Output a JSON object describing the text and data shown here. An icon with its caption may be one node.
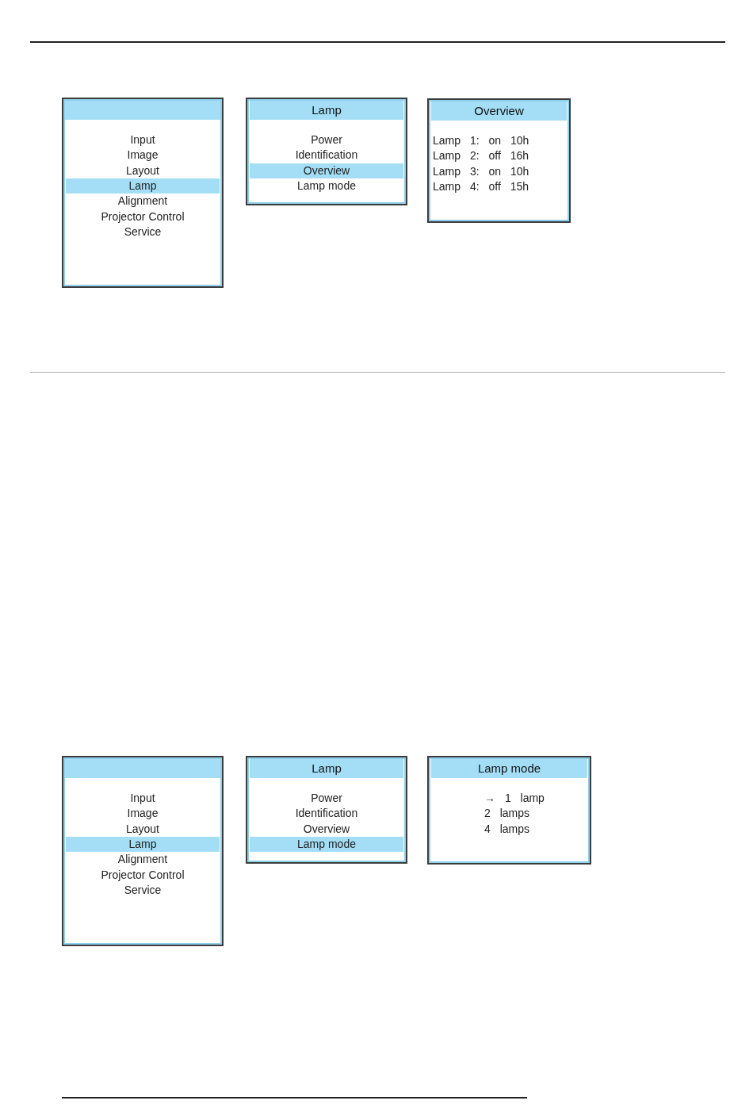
{
  "diagram": {
    "nodes": [
      {
        "text": [],
        "shape": "box"
      },
      {
        "text": [
          "Input"
        ],
        "in": 0
      },
      {
        "text": [
          "Image"
        ],
        "in": 0
      },
      {
        "text": [
          "Layout"
        ],
        "in": 0
      },
      {
        "text": [
          "Lamp"
        ],
        "in": 0
      },
      {
        "text": [
          "Alignment"
        ],
        "in": 0
      },
      {
        "text": [
          "Projector Control"
        ],
        "in": 0
      },
      {
        "text": [
          "Service"
        ],
        "in": 0
      },
      {
        "text": [
          "Lamp"
        ]
      },
      {
        "text": [
          "Power"
        ],
        "in": 8
      },
      {
        "text": [
          "Identification"
        ],
        "in": 8
      },
      {
        "text": [
          "Overview"
        ],
        "in": 8
      },
      {
        "text": [
          "Lamp mode"
        ],
        "in": 8
      },
      {
        "text": [
          "Overview"
        ]
      },
      {
        "text": [
          "Lamp 1: on 10h"
        ],
        "in": 13
      },
      {
        "text": [
          "Lamp 2: off 16h"
        ],
        "in": 13
      },
      {
        "text": [
          "Lamp 3: on 10h"
        ],
        "in": 13
      },
      {
        "text": [
          "Lamp 4: off 15h"
        ],
        "in": 13
      },
      {
        "text": [],
        "shape": "box"
      },
      {
        "text": [
          "Input"
        ],
        "in": 18
      },
      {
        "text": [
          "Image"
        ],
        "in": 18
      },
      {
        "text": [
          "Layout"
        ],
        "in": 18
      },
      {
        "text": [
          "Lamp"
        ],
        "in": 18
      },
      {
        "text": [
          "Alignment"
        ],
        "in": 18
      },
      {
        "text": [
          "Projector Control"
        ],
        "in": 18
      },
      {
        "text": [
          "Service"
        ],
        "in": 18
      },
      {
        "text": [
          "Lamp"
        ]
      },
      {
        "text": [
          "Power"
        ],
        "in": 26
      },
      {
        "text": [
          "Identification"
        ],
        "in": 26
      },
      {
        "text": [
          "Overview"
        ],
        "in": 26
      },
      {
        "text": [
          "Lamp mode"
        ],
        "in": 26
      },
      {
        "text": [
          "Lamp mode"
        ]
      },
      {
        "text": [
          "→ 1 lamp"
        ],
        "in": 31
      },
      {
        "text": [
          "2 lamps"
        ],
        "in": 31
      },
      {
        "text": [
          "4 lamps"
        ],
        "in": 31
      }
    ]
  }
}
